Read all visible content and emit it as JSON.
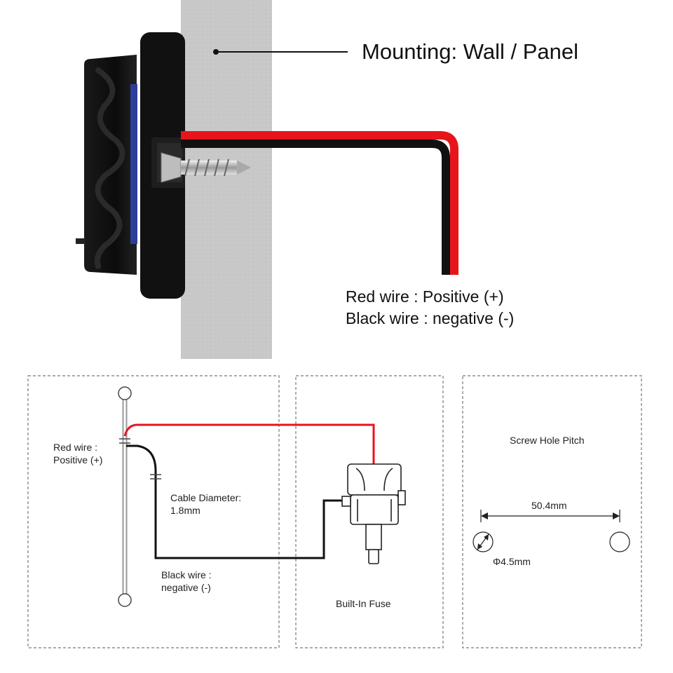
{
  "mounting_label": "Mounting: Wall / Panel",
  "wire_info": {
    "red": "Red wire : Positive (+)",
    "black": "Black wire : negative (-)"
  },
  "wiring_panel": {
    "red_label_line1": "Red wire :",
    "red_label_line2": "Positive (+)",
    "cable_label_line1": "Cable Diameter:",
    "cable_label_line2": "1.8mm",
    "black_label_line1": "Black wire :",
    "black_label_line2": "negative (-)"
  },
  "fuse_panel": {
    "label": "Built-In Fuse"
  },
  "screw_panel": {
    "title": "Screw Hole Pitch",
    "pitch": "50.4mm",
    "hole_diameter": "Φ4.5mm"
  },
  "colors": {
    "red_wire": "#e8141c",
    "black_wire": "#111111",
    "wall": "#c9c9c9",
    "dash": "#777777"
  }
}
